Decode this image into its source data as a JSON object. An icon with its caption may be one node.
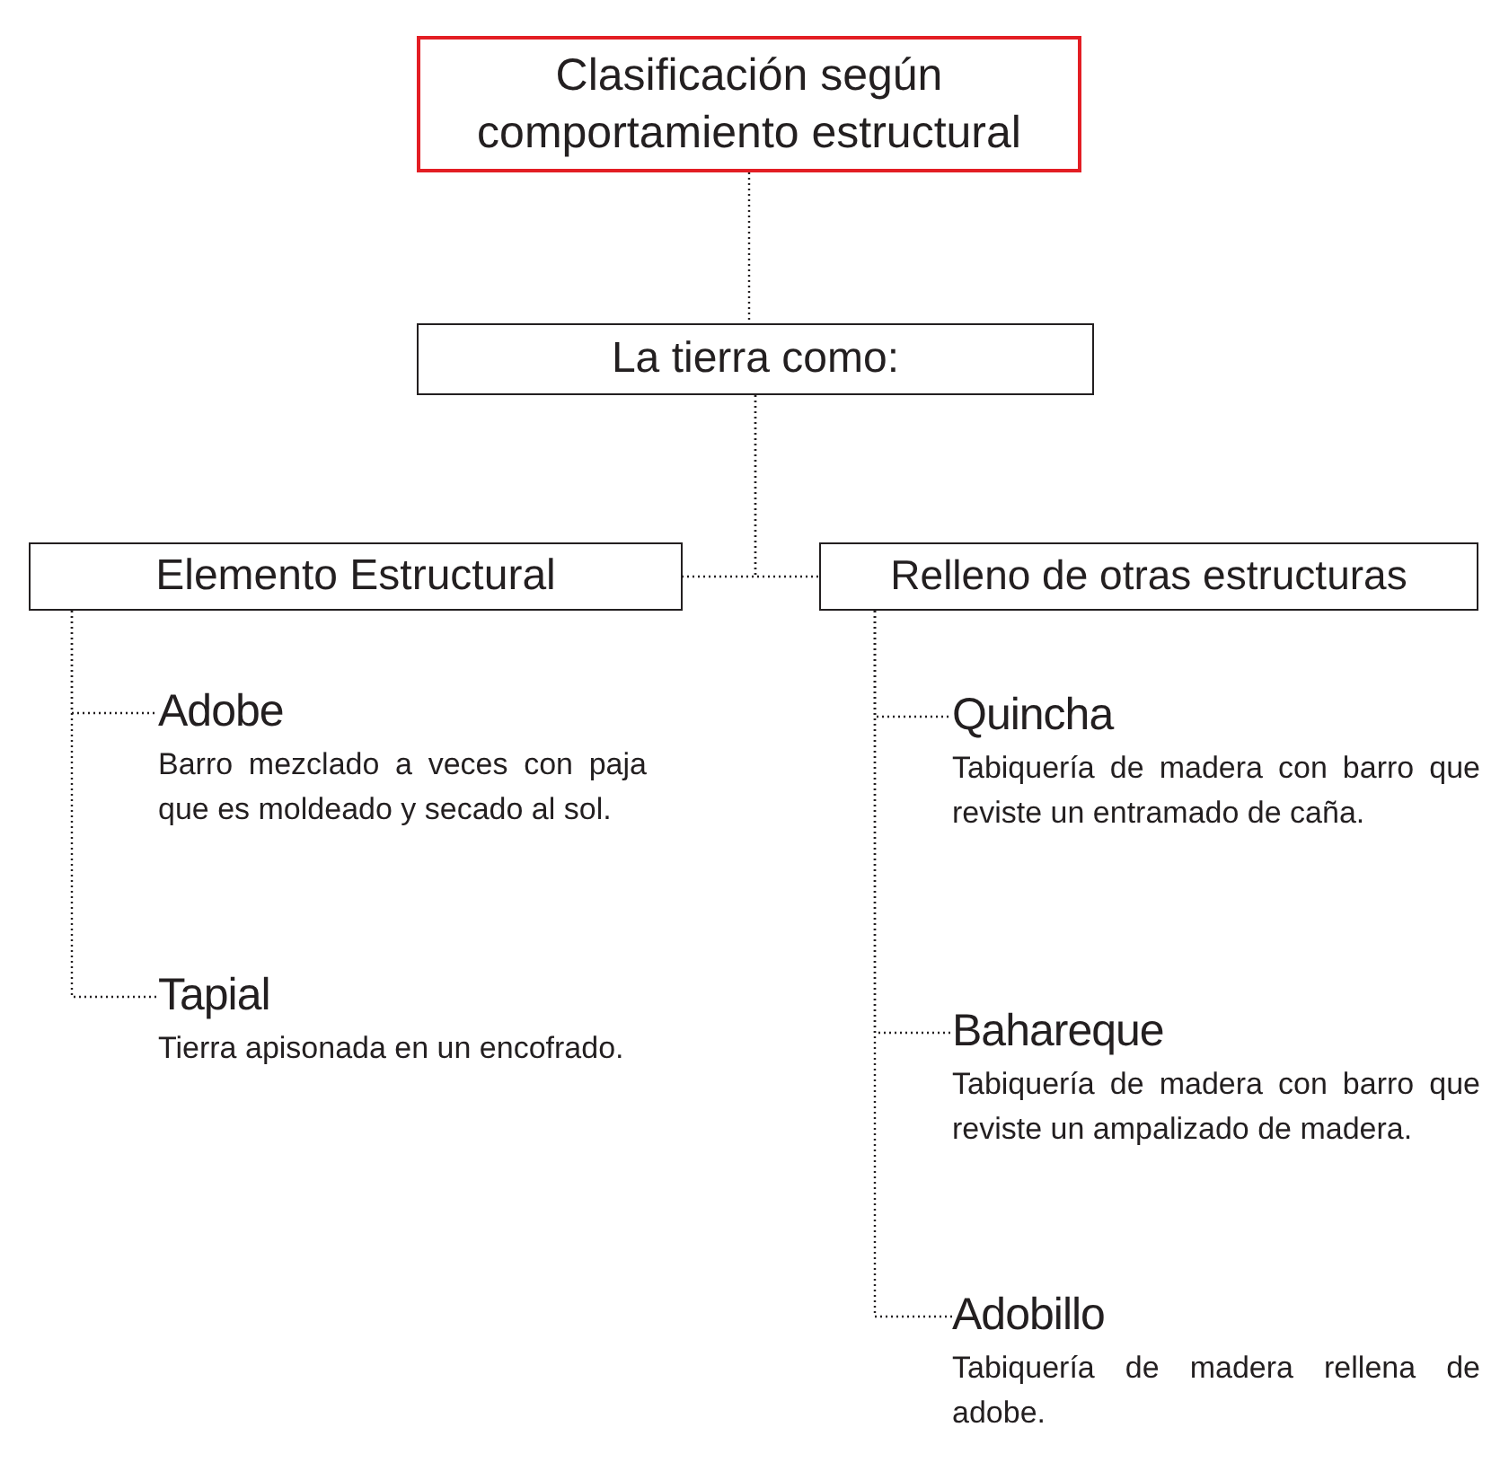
{
  "diagram": {
    "nodes": [
      {
        "text": [
          "Clasificación según comportamiento estructural"
        ]
      },
      {
        "text": [
          "La tierra como:"
        ]
      },
      {
        "text": [
          "Elemento Estructural"
        ]
      },
      {
        "text": [
          "Relleno de otras estructuras"
        ]
      },
      {
        "text": [
          "Adobe",
          "Barro mezclado a veces con paja que es moldeado y secado al sol."
        ]
      },
      {
        "text": [
          "Tapial",
          "Tierra apisonada en un encofrado."
        ]
      },
      {
        "text": [
          "Quincha",
          "Tabiquería de madera con barro que reviste un entramado de caña."
        ]
      },
      {
        "text": [
          "Bahareque",
          "Tabiquería de madera con barro que reviste un ampalizado de madera."
        ]
      },
      {
        "text": [
          "Adobillo",
          "Tabiquería de madera rellena de adobe."
        ]
      }
    ],
    "edges": [
      {
        "from": 0,
        "to": 1,
        "arrow": "none"
      },
      {
        "from": 1,
        "to": 2,
        "arrow": "none"
      },
      {
        "from": 1,
        "to": 3,
        "arrow": "none"
      },
      {
        "from": 2,
        "to": 4,
        "arrow": "none"
      },
      {
        "from": 2,
        "to": 5,
        "arrow": "none"
      },
      {
        "from": 3,
        "to": 6,
        "arrow": "none"
      },
      {
        "from": 3,
        "to": 7,
        "arrow": "none"
      },
      {
        "from": 3,
        "to": 8,
        "arrow": "none"
      }
    ]
  }
}
